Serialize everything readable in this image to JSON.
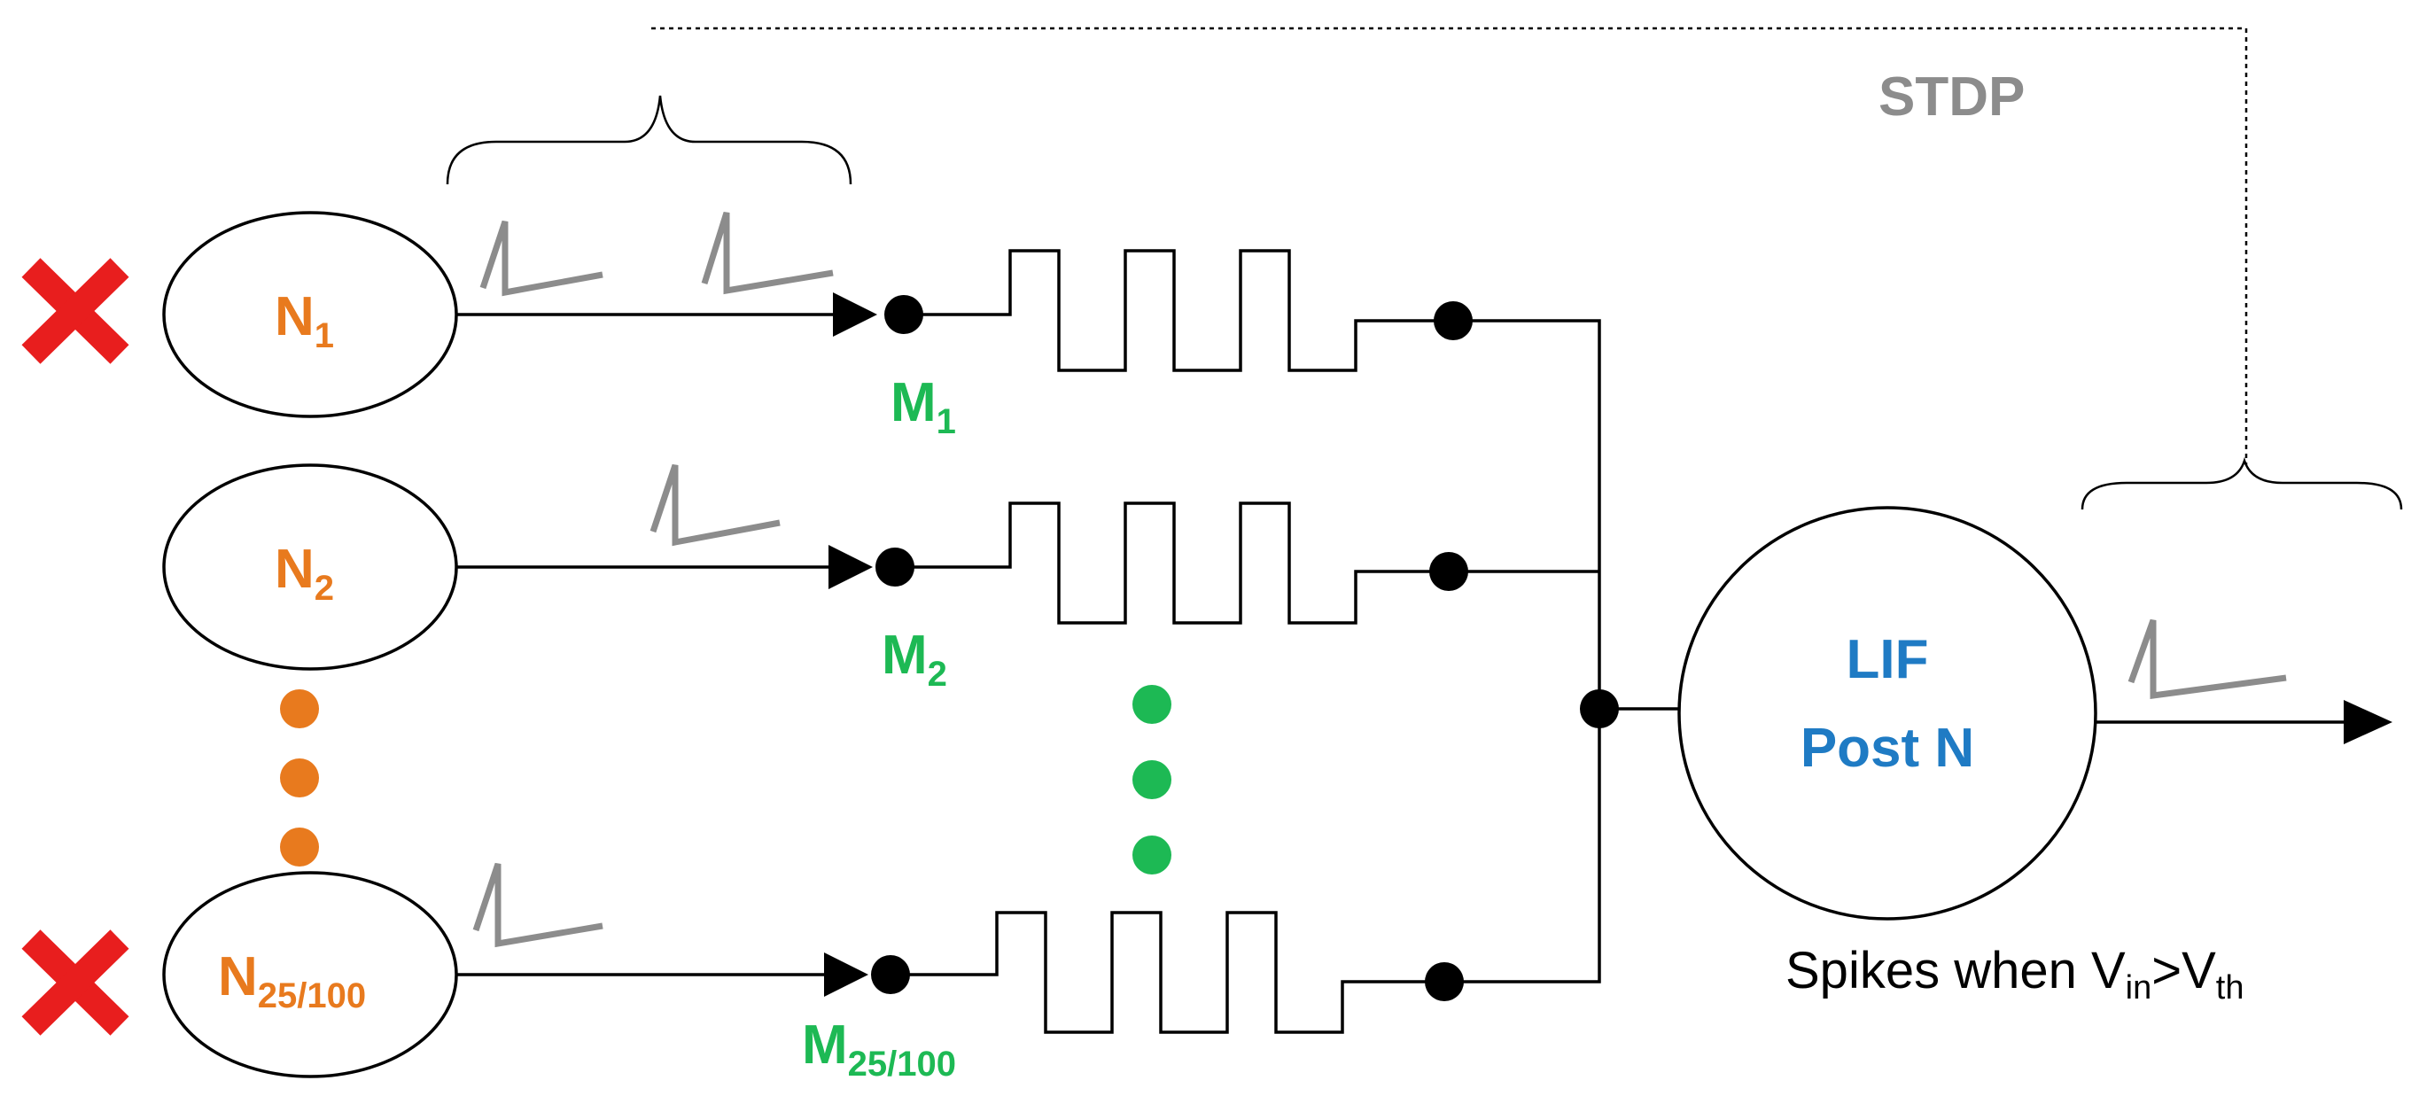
{
  "colors": {
    "neuron_label": "#E87A1E",
    "memristor_label": "#1DB954",
    "lif_label": "#1F7BC4",
    "stdp_label": "#8C8C8C",
    "spike": "#8C8C8C",
    "wire": "#000000",
    "cross": "#E81E1E"
  },
  "stdp": {
    "label": "STDP"
  },
  "neurons": [
    {
      "base": "N",
      "sub": "1",
      "disabled": true
    },
    {
      "base": "N",
      "sub": "2",
      "disabled": false
    },
    {
      "base": "N",
      "sub": "25/100",
      "disabled": true
    }
  ],
  "memristors": [
    {
      "base": "M",
      "sub": "1"
    },
    {
      "base": "M",
      "sub": "2"
    },
    {
      "base": "M",
      "sub": "25/100"
    }
  ],
  "lif": {
    "line1": "LIF",
    "line2": "Post N"
  },
  "condition": {
    "prefix": "Spikes when V",
    "sub1": "in",
    "mid": ">V",
    "sub2": "th"
  },
  "icons": [
    "cross-icon",
    "spike-icon",
    "arrowhead-icon",
    "brace-icon",
    "ellipsis-dots-icon"
  ]
}
